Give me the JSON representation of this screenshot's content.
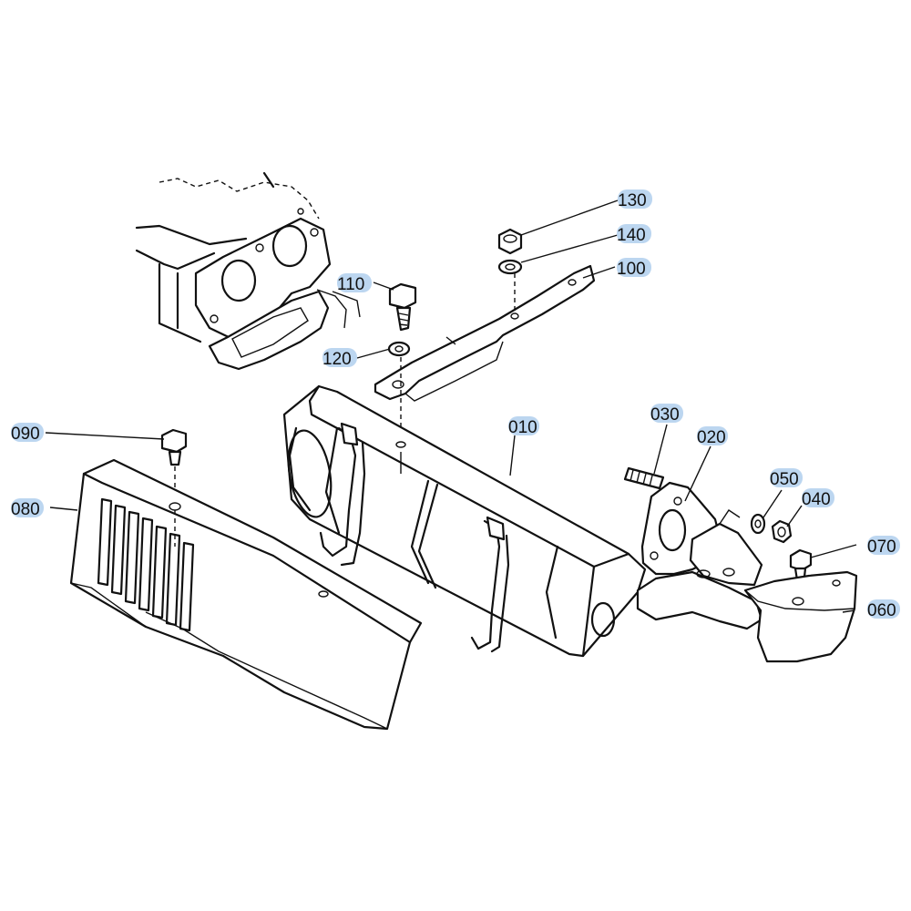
{
  "callouts": [
    {
      "id": "010",
      "label": "010"
    },
    {
      "id": "020",
      "label": "020"
    },
    {
      "id": "030",
      "label": "030"
    },
    {
      "id": "040",
      "label": "040"
    },
    {
      "id": "050",
      "label": "050"
    },
    {
      "id": "060",
      "label": "060"
    },
    {
      "id": "070",
      "label": "070"
    },
    {
      "id": "080",
      "label": "080"
    },
    {
      "id": "090",
      "label": "090"
    },
    {
      "id": "100",
      "label": "100"
    },
    {
      "id": "110",
      "label": "110"
    },
    {
      "id": "120",
      "label": "120"
    },
    {
      "id": "130",
      "label": "130"
    },
    {
      "id": "140",
      "label": "140"
    }
  ],
  "colors": {
    "callout_highlight": "#bcd6f0",
    "line": "#111111"
  }
}
